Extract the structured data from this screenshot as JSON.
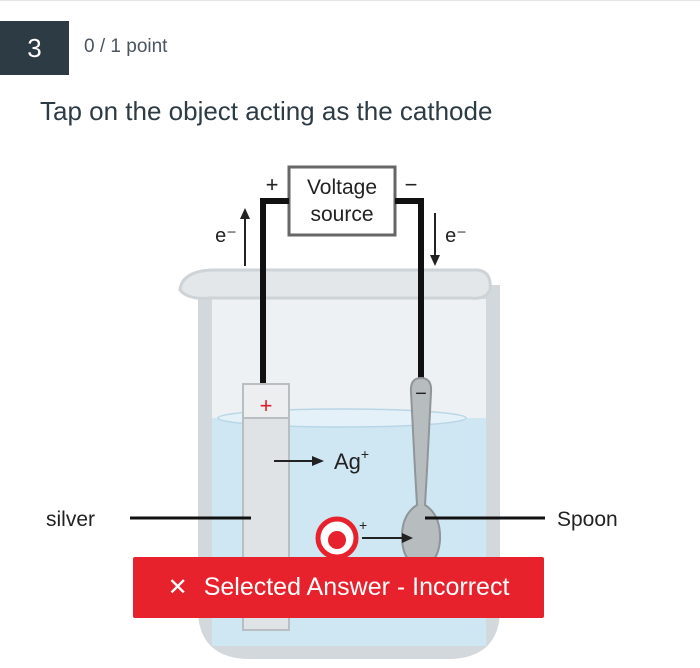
{
  "question": {
    "number": "3",
    "points": "0 / 1 point",
    "prompt": "Tap on the object acting as the cathode"
  },
  "diagram": {
    "voltage_line1": "Voltage",
    "voltage_line2": "source",
    "plus_sign": "+",
    "minus_sign": "−",
    "electron_left": "e⁻",
    "electron_right": "e⁻",
    "ion_label": "Ag",
    "ion_charge": "+",
    "silver_label": "silver",
    "spoon_label": "Spoon",
    "electrode_plus": "+",
    "electrode_minus": "−"
  },
  "feedback": {
    "icon": "close-icon",
    "text": "Selected Answer - Incorrect",
    "color": "#e8222c"
  },
  "colors": {
    "header_bg": "#2d3b45",
    "text": "#2d3b45",
    "solution": "#cfe6f3",
    "beaker": "#d9dde0"
  }
}
